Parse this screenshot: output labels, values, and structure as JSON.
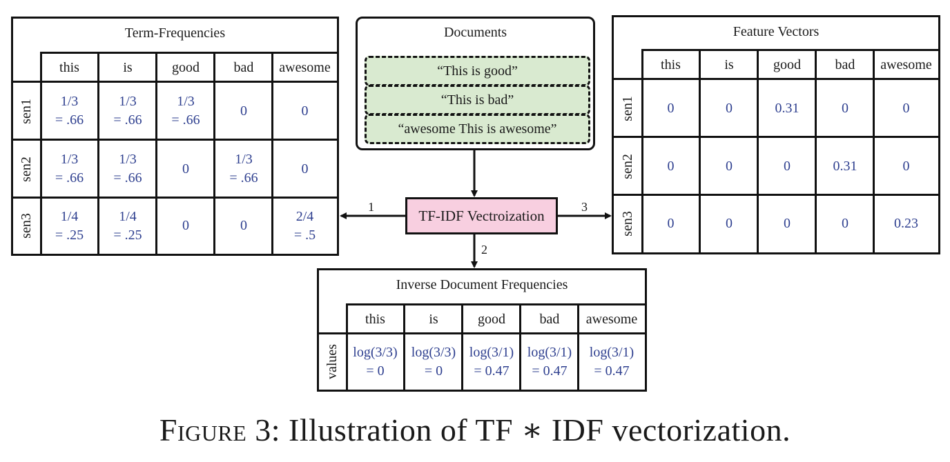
{
  "term_frequencies": {
    "title": "Term-Frequencies",
    "columns": [
      "this",
      "is",
      "good",
      "bad",
      "awesome"
    ],
    "rows": [
      {
        "label": "sen1",
        "cells": [
          [
            "1/3",
            "= .66"
          ],
          [
            "1/3",
            "= .66"
          ],
          [
            "1/3",
            "= .66"
          ],
          [
            "0"
          ],
          [
            "0"
          ]
        ]
      },
      {
        "label": "sen2",
        "cells": [
          [
            "1/3",
            "= .66"
          ],
          [
            "1/3",
            "= .66"
          ],
          [
            "0"
          ],
          [
            "1/3",
            "= .66"
          ],
          [
            "0"
          ]
        ]
      },
      {
        "label": "sen3",
        "cells": [
          [
            "1/4",
            "= .25"
          ],
          [
            "1/4",
            "= .25"
          ],
          [
            "0"
          ],
          [
            "0"
          ],
          [
            "2/4",
            "= .5"
          ]
        ]
      }
    ]
  },
  "documents": {
    "title": "Documents",
    "items": [
      "“This is good”",
      "“This is bad”",
      "“awesome This is awesome”"
    ]
  },
  "tfidf_box": {
    "label": "TF-IDF Vectroization"
  },
  "arrow_labels": {
    "to_tf": "1",
    "to_idf": "2",
    "to_fv": "3"
  },
  "feature_vectors": {
    "title": "Feature Vectors",
    "columns": [
      "this",
      "is",
      "good",
      "bad",
      "awesome"
    ],
    "rows": [
      {
        "label": "sen1",
        "cells": [
          [
            "0"
          ],
          [
            "0"
          ],
          [
            "0.31"
          ],
          [
            "0"
          ],
          [
            "0"
          ]
        ]
      },
      {
        "label": "sen2",
        "cells": [
          [
            "0"
          ],
          [
            "0"
          ],
          [
            "0"
          ],
          [
            "0.31"
          ],
          [
            "0"
          ]
        ]
      },
      {
        "label": "sen3",
        "cells": [
          [
            "0"
          ],
          [
            "0"
          ],
          [
            "0"
          ],
          [
            "0"
          ],
          [
            "0.23"
          ]
        ]
      }
    ]
  },
  "idf": {
    "title": "Inverse Document Frequencies",
    "columns": [
      "this",
      "is",
      "good",
      "bad",
      "awesome"
    ],
    "rows": [
      {
        "label": "values",
        "cells": [
          [
            "log(3/3)",
            "= 0"
          ],
          [
            "log(3/3)",
            "= 0"
          ],
          [
            "log(3/1)",
            "= 0.47"
          ],
          [
            "log(3/1)",
            "= 0.47"
          ],
          [
            "log(3/1)",
            "= 0.47"
          ]
        ]
      }
    ]
  },
  "caption": {
    "prefix": "Figure",
    "text": " 3: Illustration of TF ∗ IDF vectorization."
  },
  "colors": {
    "value_text": "#2e3f8f",
    "document_fill": "#d9ead0",
    "tfidf_fill": "#f8cfe0"
  }
}
